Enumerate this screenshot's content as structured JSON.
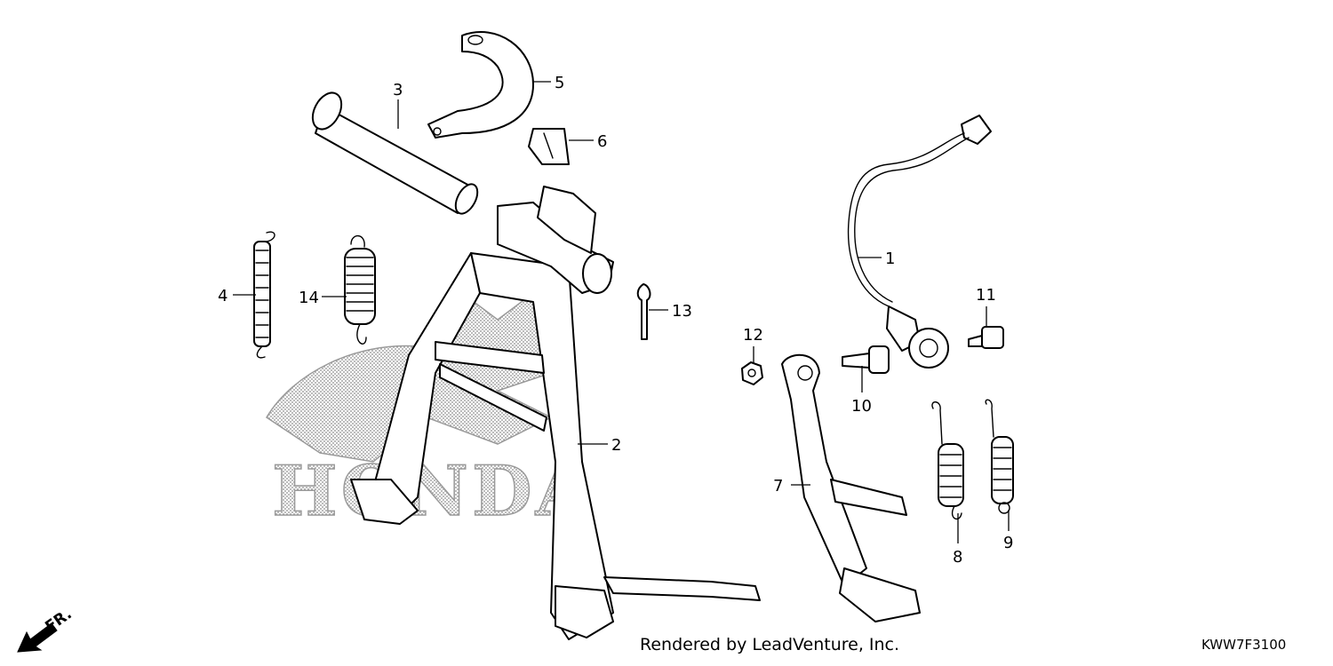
{
  "callouts": [
    {
      "id": "1",
      "label": "1"
    },
    {
      "id": "2",
      "label": "2"
    },
    {
      "id": "3",
      "label": "3"
    },
    {
      "id": "4",
      "label": "4"
    },
    {
      "id": "5",
      "label": "5"
    },
    {
      "id": "6",
      "label": "6"
    },
    {
      "id": "7",
      "label": "7"
    },
    {
      "id": "8",
      "label": "8"
    },
    {
      "id": "9",
      "label": "9"
    },
    {
      "id": "10",
      "label": "10"
    },
    {
      "id": "11",
      "label": "11"
    },
    {
      "id": "12",
      "label": "12"
    },
    {
      "id": "13",
      "label": "13"
    },
    {
      "id": "14",
      "label": "14"
    }
  ],
  "watermark": "HONDA",
  "direction_indicator": "FR.",
  "footer_text": "Rendered by LeadVenture, Inc.",
  "diagram_code": "KWW7F3100",
  "colors": {
    "line": "#000000",
    "watermark": "#9a9a9a",
    "background": "#ffffff"
  }
}
